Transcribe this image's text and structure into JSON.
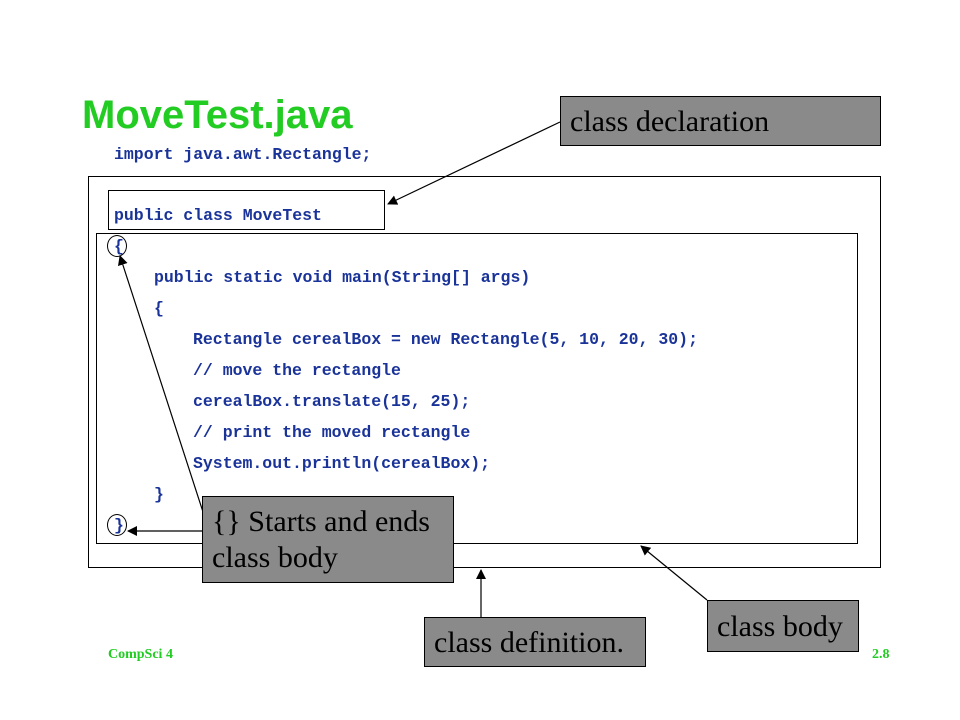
{
  "slide": {
    "title": "MoveTest.java",
    "footer_left": "CompSci 4",
    "footer_right": "2.8"
  },
  "code": {
    "lines": [
      "import java.awt.Rectangle;",
      "public class MoveTest",
      "{",
      "public static void main(String[] args)",
      "{",
      "Rectangle cerealBox = new Rectangle(5, 10, 20, 30);",
      "// move the rectangle",
      "cerealBox.translate(15, 25);",
      "// print the moved rectangle",
      "System.out.println(cerealBox);",
      "}",
      "}"
    ]
  },
  "callouts": {
    "class_declaration": "class declaration",
    "braces_line1": "{} Starts and ends",
    "braces_line2": "class body",
    "class_definition": "class definition.",
    "class_body": "class body"
  },
  "colors": {
    "title": "#22cc22",
    "code": "#1a3399",
    "callout_fill": "#8a8a8a"
  }
}
